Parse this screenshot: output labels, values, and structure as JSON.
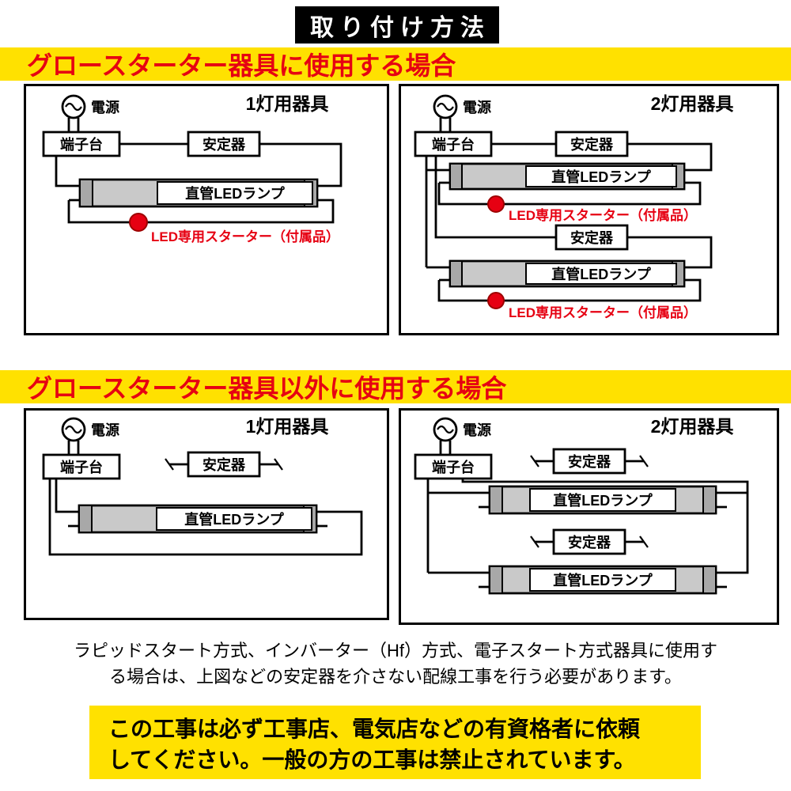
{
  "colors": {
    "yellow": "#ffe100",
    "red": "#e60012",
    "tube_gray": "#c9c9c9",
    "cap_gray": "#a8a8a8"
  },
  "header": {
    "title": "取り付け方法"
  },
  "sections": {
    "glow": {
      "heading": "グロースターター器具に使用する場合",
      "one_lamp": {
        "title": "1灯用器具",
        "power": "電源",
        "terminal": "端子台",
        "ballast": "安定器",
        "lamp": "直管LEDランプ",
        "starter": "LED専用スターター（付属品）"
      },
      "two_lamp": {
        "title": "2灯用器具",
        "power": "電源",
        "terminal": "端子台",
        "ballast1": "安定器",
        "ballast2": "安定器",
        "lamp1": "直管LEDランプ",
        "lamp2": "直管LEDランプ",
        "starter1": "LED専用スターター（付属品）",
        "starter2": "LED専用スターター（付属品）"
      }
    },
    "other": {
      "heading": "グロースターター器具以外に使用する場合",
      "one_lamp": {
        "title": "1灯用器具",
        "power": "電源",
        "terminal": "端子台",
        "ballast": "安定器",
        "lamp": "直管LEDランプ"
      },
      "two_lamp": {
        "title": "2灯用器具",
        "power": "電源",
        "terminal": "端子台",
        "ballast1": "安定器",
        "ballast2": "安定器",
        "lamp1": "直管LEDランプ",
        "lamp2": "直管LEDランプ"
      }
    }
  },
  "note": {
    "line1": "ラピッドスタート方式、インバーター（Hf）方式、電子スタート方式器具に使用す",
    "line2": "る場合は、上図などの安定器を介さない配線工事を行う必要があります。"
  },
  "warning": {
    "line1": "この工事は必ず工事店、電気店などの有資格者に依頼",
    "line2": "してください。一般の方の工事は禁止されています。"
  }
}
